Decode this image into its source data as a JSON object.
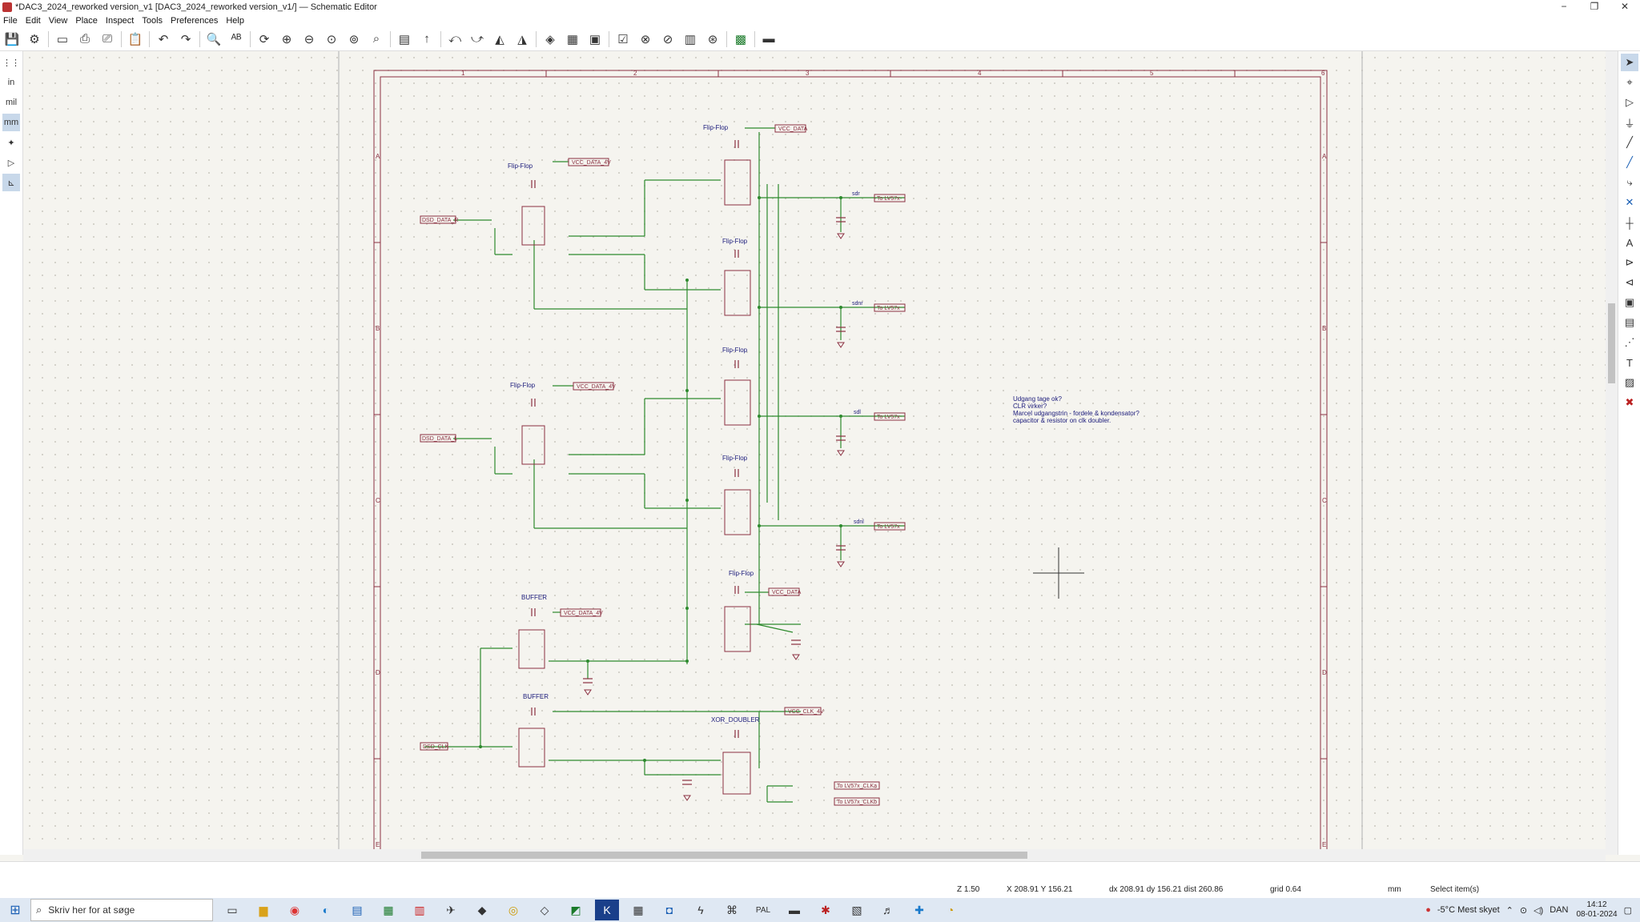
{
  "window": {
    "title": "*DAC3_2024_reworked version_v1 [DAC3_2024_reworked version_v1/] — Schematic Editor",
    "minimize": "−",
    "maximize": "❐",
    "close": "✕"
  },
  "menu": [
    "File",
    "Edit",
    "View",
    "Place",
    "Inspect",
    "Tools",
    "Preferences",
    "Help"
  ],
  "toolbar_icons": [
    "save-icon",
    "schematic-setup-icon",
    "page-icon",
    "print-icon",
    "plot-icon",
    "paste-icon",
    "undo-icon",
    "redo-icon",
    "find-icon",
    "find-replace-icon",
    "refresh-icon",
    "zoom-in-icon",
    "zoom-out-icon",
    "zoom-fit-icon",
    "zoom-objects-icon",
    "zoom-tool-icon",
    "hierarchy-icon",
    "leave-sheet-icon",
    "rotate-ccw-icon",
    "rotate-cw-icon",
    "mirror-v-icon",
    "mirror-h-icon",
    "symbol-editor-icon",
    "symbol-browser-icon",
    "annotate-icon",
    "erc-icon",
    "footprint-assign-icon",
    "bom-icon",
    "bom-table-icon",
    "simulator-icon",
    "pcb-icon",
    "scripting-icon"
  ],
  "left_toolbar": {
    "units": [
      "in",
      "mil",
      "mm"
    ],
    "active_unit": "mm"
  },
  "right_toolbar": [
    "select-icon",
    "highlight-net-icon",
    "add-symbol-icon",
    "add-power-icon",
    "add-wire-icon",
    "add-bus-icon",
    "bus-entry-icon",
    "no-connect-icon",
    "junction-icon",
    "net-label-icon",
    "global-label-icon",
    "hier-label-icon",
    "hier-sheet-icon",
    "import-sheet-pin-icon",
    "add-line-icon",
    "add-text-icon",
    "add-image-icon",
    "delete-icon"
  ],
  "sheet": {
    "cols": [
      "1",
      "2",
      "3",
      "4",
      "5",
      "6"
    ],
    "rows": [
      "A",
      "B",
      "C",
      "D",
      "E"
    ]
  },
  "schematic": {
    "ff_title": "Flip-Flop",
    "buffer_title": "BUFFER",
    "xor_title": "XOR_DOUBLER",
    "vcc_data": "VCC_DATA",
    "vcc_data_4v": "VCC_DATA_4V",
    "vcc_clk": "VCC_CLK_4V",
    "input_r": "DSD_DATA_R",
    "input_l": "DSD_DATA_L",
    "input_clk": "DSD_CLK",
    "out_labels": [
      "sdr",
      "sdnr",
      "sdl",
      "sdnl"
    ],
    "to_lv": "To LV57x",
    "clk_out1": "To LV57x_CLKa",
    "clk_out2": "To LV57x_CLKb",
    "comment": [
      "Udgang tage ok?",
      "CLR virker?",
      "Marcel udgangstrin - fordele & kondensator?",
      "capacitor & resistor on clk doubler."
    ]
  },
  "status": {
    "zoom": "Z 1.50",
    "xy": "X 208.91  Y 156.21",
    "dist": "dx 208.91  dy 156.21  dist 260.86",
    "grid": "grid 0.64",
    "unit": "mm",
    "mode": "Select item(s)"
  },
  "taskbar": {
    "search_placeholder": "Skriv her for at søge",
    "weather": "-5°C  Mest skyet",
    "lang": "DAN",
    "time": "14:12",
    "date": "08-01-2024"
  }
}
